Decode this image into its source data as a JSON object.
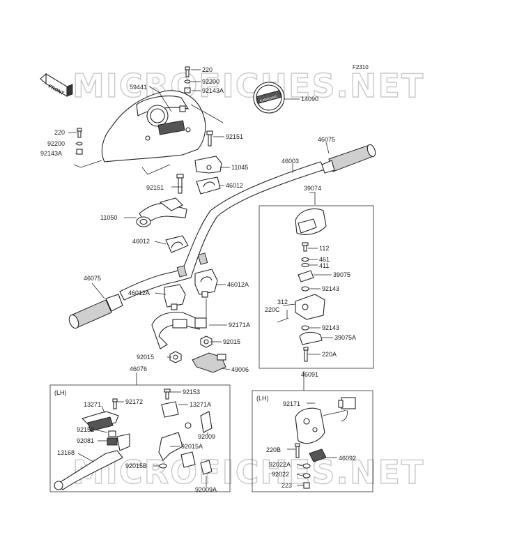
{
  "diagram": {
    "code": "F2310",
    "watermark": "MICROFICHES.NET",
    "front_arrow": "FRONT",
    "groups": [
      {
        "id": "39074",
        "label": "39074"
      },
      {
        "id": "46076",
        "label": "46076",
        "side": "(LH)"
      },
      {
        "id": "46091",
        "label": "46091",
        "side": "(LH)"
      }
    ],
    "part_labels": [
      "220",
      "92200",
      "92143A",
      "59441",
      "14090",
      "220",
      "92200",
      "92143A",
      "92151",
      "11045",
      "46012",
      "46003",
      "46075",
      "92151",
      "11050",
      "46012",
      "46075",
      "46012A",
      "46012A",
      "92171A",
      "92015",
      "92015",
      "49006",
      "112",
      "461",
      "411",
      "39075",
      "92143",
      "312",
      "220C",
      "92143",
      "39075A",
      "220A",
      "92153",
      "92172",
      "13271",
      "13271A",
      "92152",
      "92009",
      "92081",
      "92015A",
      "13168",
      "92015B",
      "92009A",
      "92171",
      "220B",
      "46092",
      "92022A",
      "92022",
      "223"
    ],
    "emblem_text": "KAWASAKI"
  }
}
